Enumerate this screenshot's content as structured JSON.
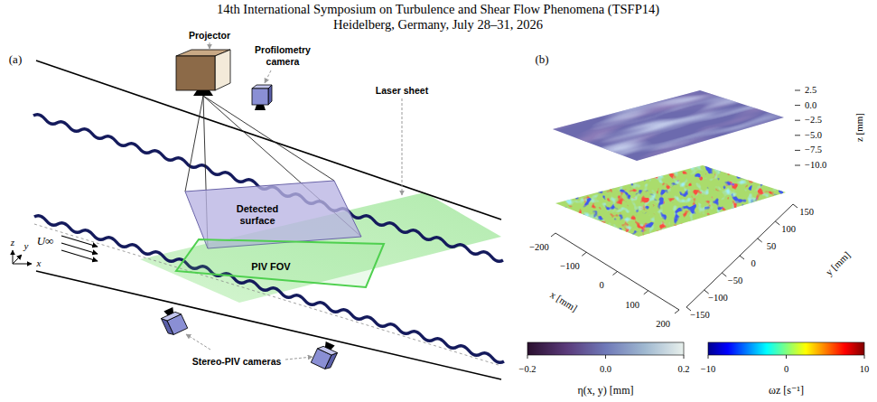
{
  "diagram": {
    "nodes": [
      {
        "text": [
          "Detected surface"
        ]
      },
      {
        "text": [
          "PIV FOV"
        ]
      }
    ],
    "labels": [
      "14th International Symposium on Turbulence and Shear Flow Phenomena (TSFP14)",
      "Heidelberg, Germany, July 28–31, 2026",
      "(a)",
      "Projector",
      "Profilometry camera",
      "Laser sheet",
      "U∞",
      "z",
      "y",
      "x",
      "Stereo-PIV cameras",
      "(b)",
      "2.5",
      "0.0",
      "−2.5",
      "−5.0",
      "−7.5",
      "−10.0",
      "z [mm]",
      "−200",
      "−100",
      "0",
      "100",
      "200",
      "x [mm]",
      "150",
      "100",
      "50",
      "0",
      "−50",
      "−100",
      "−150",
      "y [mm]",
      "−0.2",
      "0.0",
      "0.2",
      "η(x, y) [mm]",
      "−10",
      "0",
      "10",
      "ωz [s⁻¹]"
    ]
  }
}
